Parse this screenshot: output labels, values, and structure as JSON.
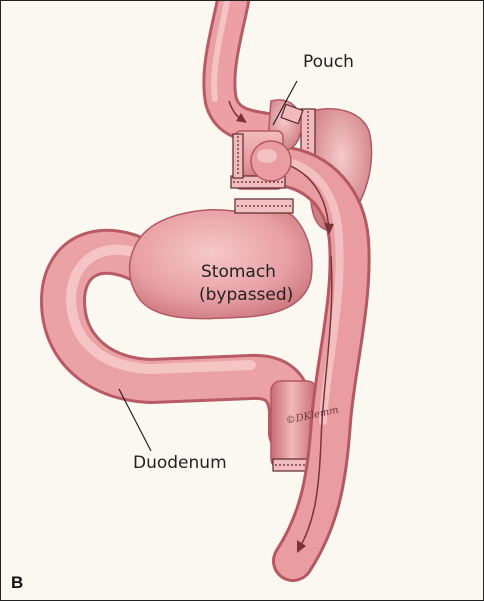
{
  "figure": {
    "panel_letter": "B",
    "labels": {
      "pouch": "Pouch",
      "stomach_line1": "Stomach",
      "stomach_line2": "(bypassed)",
      "duodenum": "Duodenum"
    },
    "signature": "©DKlemm",
    "colors": {
      "background": "#fbf7f1",
      "tissue": "#e69a9f",
      "tissue_light": "#f4c3c4",
      "tissue_dark": "#b85b64",
      "staple": "#5a2a2e",
      "line": "#222222"
    }
  }
}
